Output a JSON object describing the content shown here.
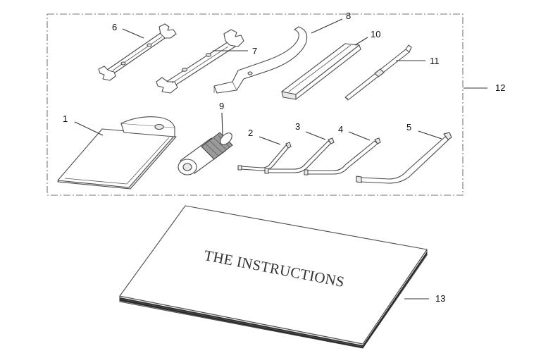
{
  "callouts": [
    "1",
    "2",
    "3",
    "4",
    "5",
    "6",
    "7",
    "8",
    "9",
    "10",
    "11",
    "12",
    "13"
  ],
  "book": {
    "title": "THE INSTRUCTIONS"
  }
}
